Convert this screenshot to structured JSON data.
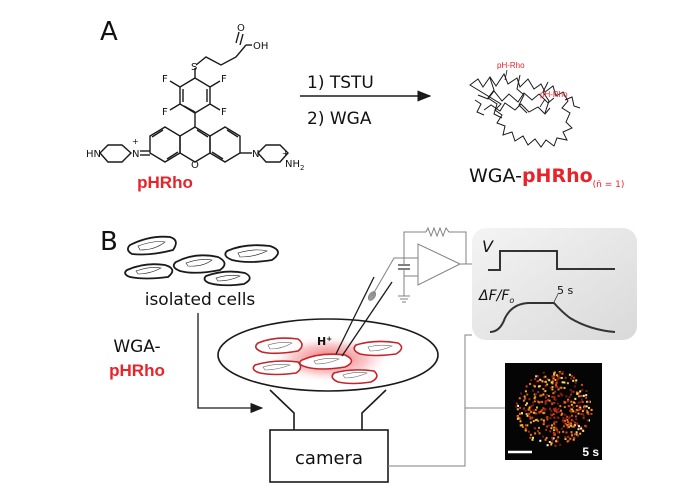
{
  "panel_a": {
    "label": "A",
    "molecule": {
      "name": "pHRho",
      "atoms": {
        "sulfur": "S",
        "oxygen_carbonyl": "O",
        "hydroxyl": "OH",
        "fluorine": "F",
        "ring_oxygen": "O",
        "n_plus_left": "N",
        "plus": "+",
        "hn": "HN",
        "n_right": "N",
        "nh2": "NH",
        "sub2": "2"
      }
    },
    "reaction": {
      "step1": "1) TSTU",
      "step2": "2) WGA"
    },
    "product": {
      "prefix": "WGA-",
      "name": "pHRho",
      "subscript": "(n̄ = 1)",
      "tag1": "pH-Rho",
      "tag2": "pH-Rho"
    }
  },
  "panel_b": {
    "label": "B",
    "isolated_cells": "isolated cells",
    "reagent_line1": "WGA-",
    "reagent_line2": "pHRho",
    "proton_label": "H",
    "proton_charge": "+",
    "camera": "camera",
    "trace_panel": {
      "voltage_label": "V",
      "fluor_label": "ΔF/F",
      "fluor_sub": "o",
      "time_marker": "5 s"
    },
    "image_panel": {
      "time_label": "5 s"
    }
  },
  "colors": {
    "accent_red": "#e8232a",
    "line": "#1a1a1a",
    "wire": "#808080",
    "screen": "#e6e6e6"
  }
}
